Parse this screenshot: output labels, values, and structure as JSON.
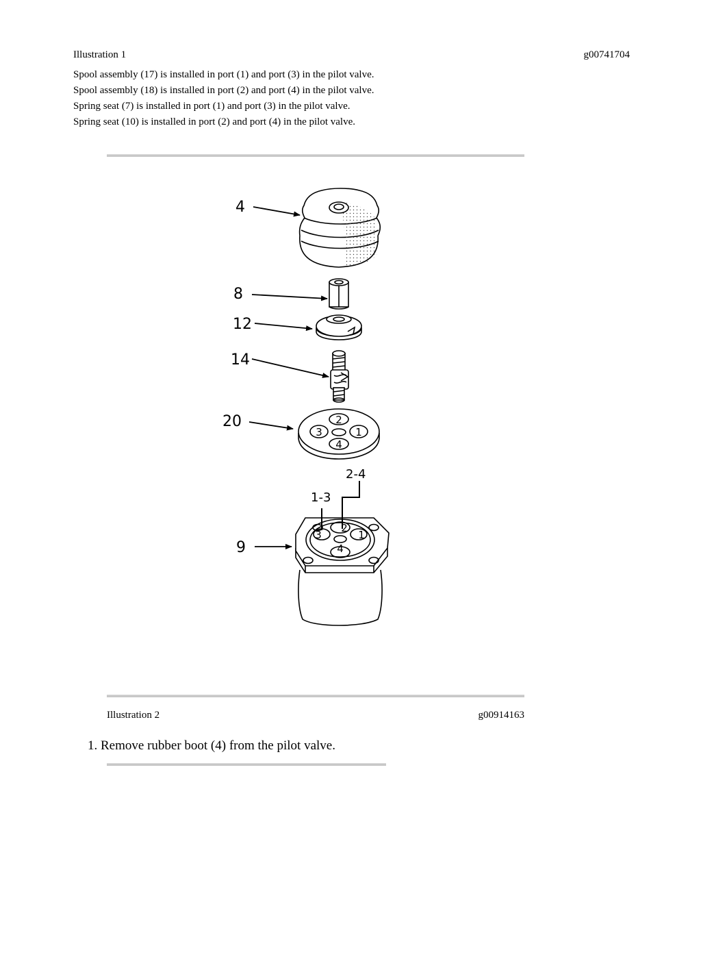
{
  "illustration1": {
    "label": "Illustration 1",
    "code": "g00741704",
    "notes": [
      "Spool assembly (17) is installed in port (1) and port (3) in the pilot valve.",
      "Spool assembly (18) is installed in port (2) and port (4) in the pilot valve.",
      "Spring seat (7) is installed in port (1) and port (3) in the pilot valve.",
      "Spring seat (10) is installed in port (2) and port (4) in the pilot valve."
    ]
  },
  "illustration2": {
    "label": "Illustration 2",
    "code": "g00914163",
    "callouts": {
      "boot": "4",
      "item8": "8",
      "item12": "12",
      "item14": "14",
      "item20": "20",
      "item9": "9",
      "ports13": "1-3",
      "ports24": "2-4"
    },
    "ports": {
      "p1": "1",
      "p2": "2",
      "p3": "3",
      "p4": "4"
    }
  },
  "steps": [
    {
      "number": "1.",
      "text": "Remove rubber boot (4) from the pilot valve."
    }
  ]
}
